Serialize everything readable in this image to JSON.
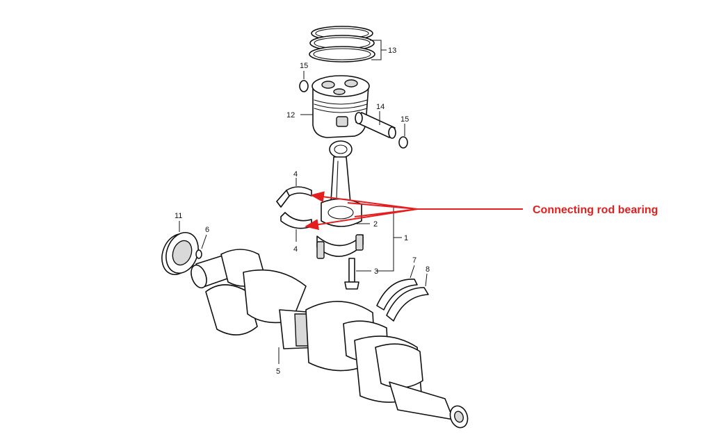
{
  "callout": {
    "label": "Connecting rod bearing",
    "color": "#e41e1e"
  },
  "part_numbers": {
    "p1": "1",
    "p2": "2",
    "p3": "3",
    "p4_upper": "4",
    "p4_lower": "4",
    "p5": "5",
    "p6": "6",
    "p7": "7",
    "p8": "8",
    "p11": "11",
    "p12": "12",
    "p13": "13",
    "p14": "14",
    "p15_left": "15",
    "p15_right": "15"
  }
}
